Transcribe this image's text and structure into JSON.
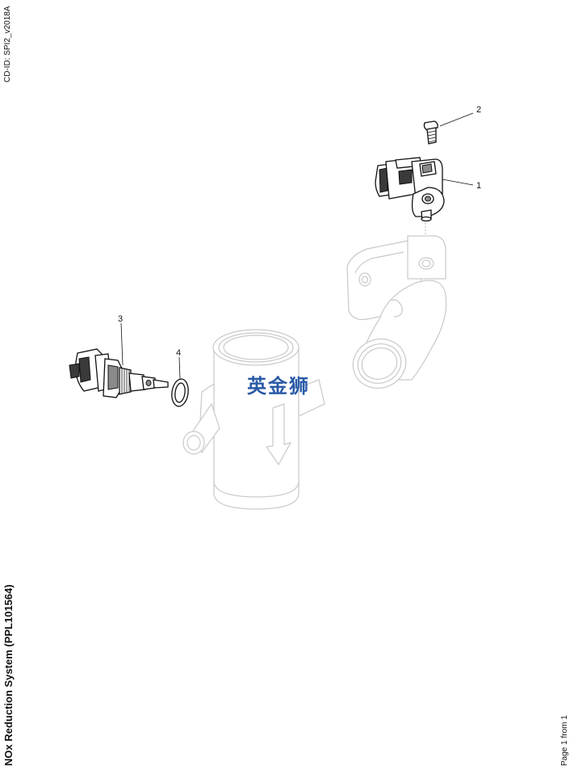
{
  "document": {
    "id_label": "CD-ID: SPI2_v2018A",
    "title": "NOx Reduction System (PPL101564)",
    "page_label": "Page 1 from 1"
  },
  "callouts": {
    "c1": "1",
    "c2": "2",
    "c3": "3",
    "c4": "4"
  },
  "watermark": {
    "text": "英金狮",
    "color": "#2a5aa7"
  },
  "colors": {
    "ghost_lines": "#c9c9c9",
    "part_lines": "#111111"
  }
}
